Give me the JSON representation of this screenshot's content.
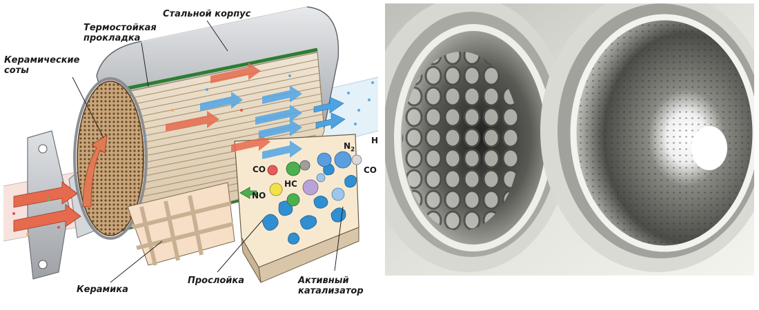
{
  "diagram": {
    "labels": {
      "steel_body": "Стальной корпус",
      "heat_gasket": "Термостойкая прокладка",
      "ceramic_honeycomb": "Керамические соты",
      "ceramic": "Керамика",
      "interlayer": "Прослойка",
      "active_catalyst": "Активный катализатор"
    },
    "molecules": {
      "co": "CO",
      "hc": "HC",
      "no": "NO",
      "n2": "N",
      "n2_sub": "2",
      "co2": "CO",
      "h": "H"
    },
    "colors": {
      "steel": "#b9bcc0",
      "gasket": "#2e7d32",
      "honeycomb": "#c9a67a",
      "ceramic": "#f6dfc6",
      "catalyst": "#2f8fd0",
      "flow_in": "#e56a4e",
      "flow_out": "#4da3e0"
    },
    "icons": [
      "flange-mount-icon",
      "flow-arrow-icon",
      "molecule-icon"
    ]
  },
  "photo": {
    "subject": "catalyst-tube-photo"
  }
}
